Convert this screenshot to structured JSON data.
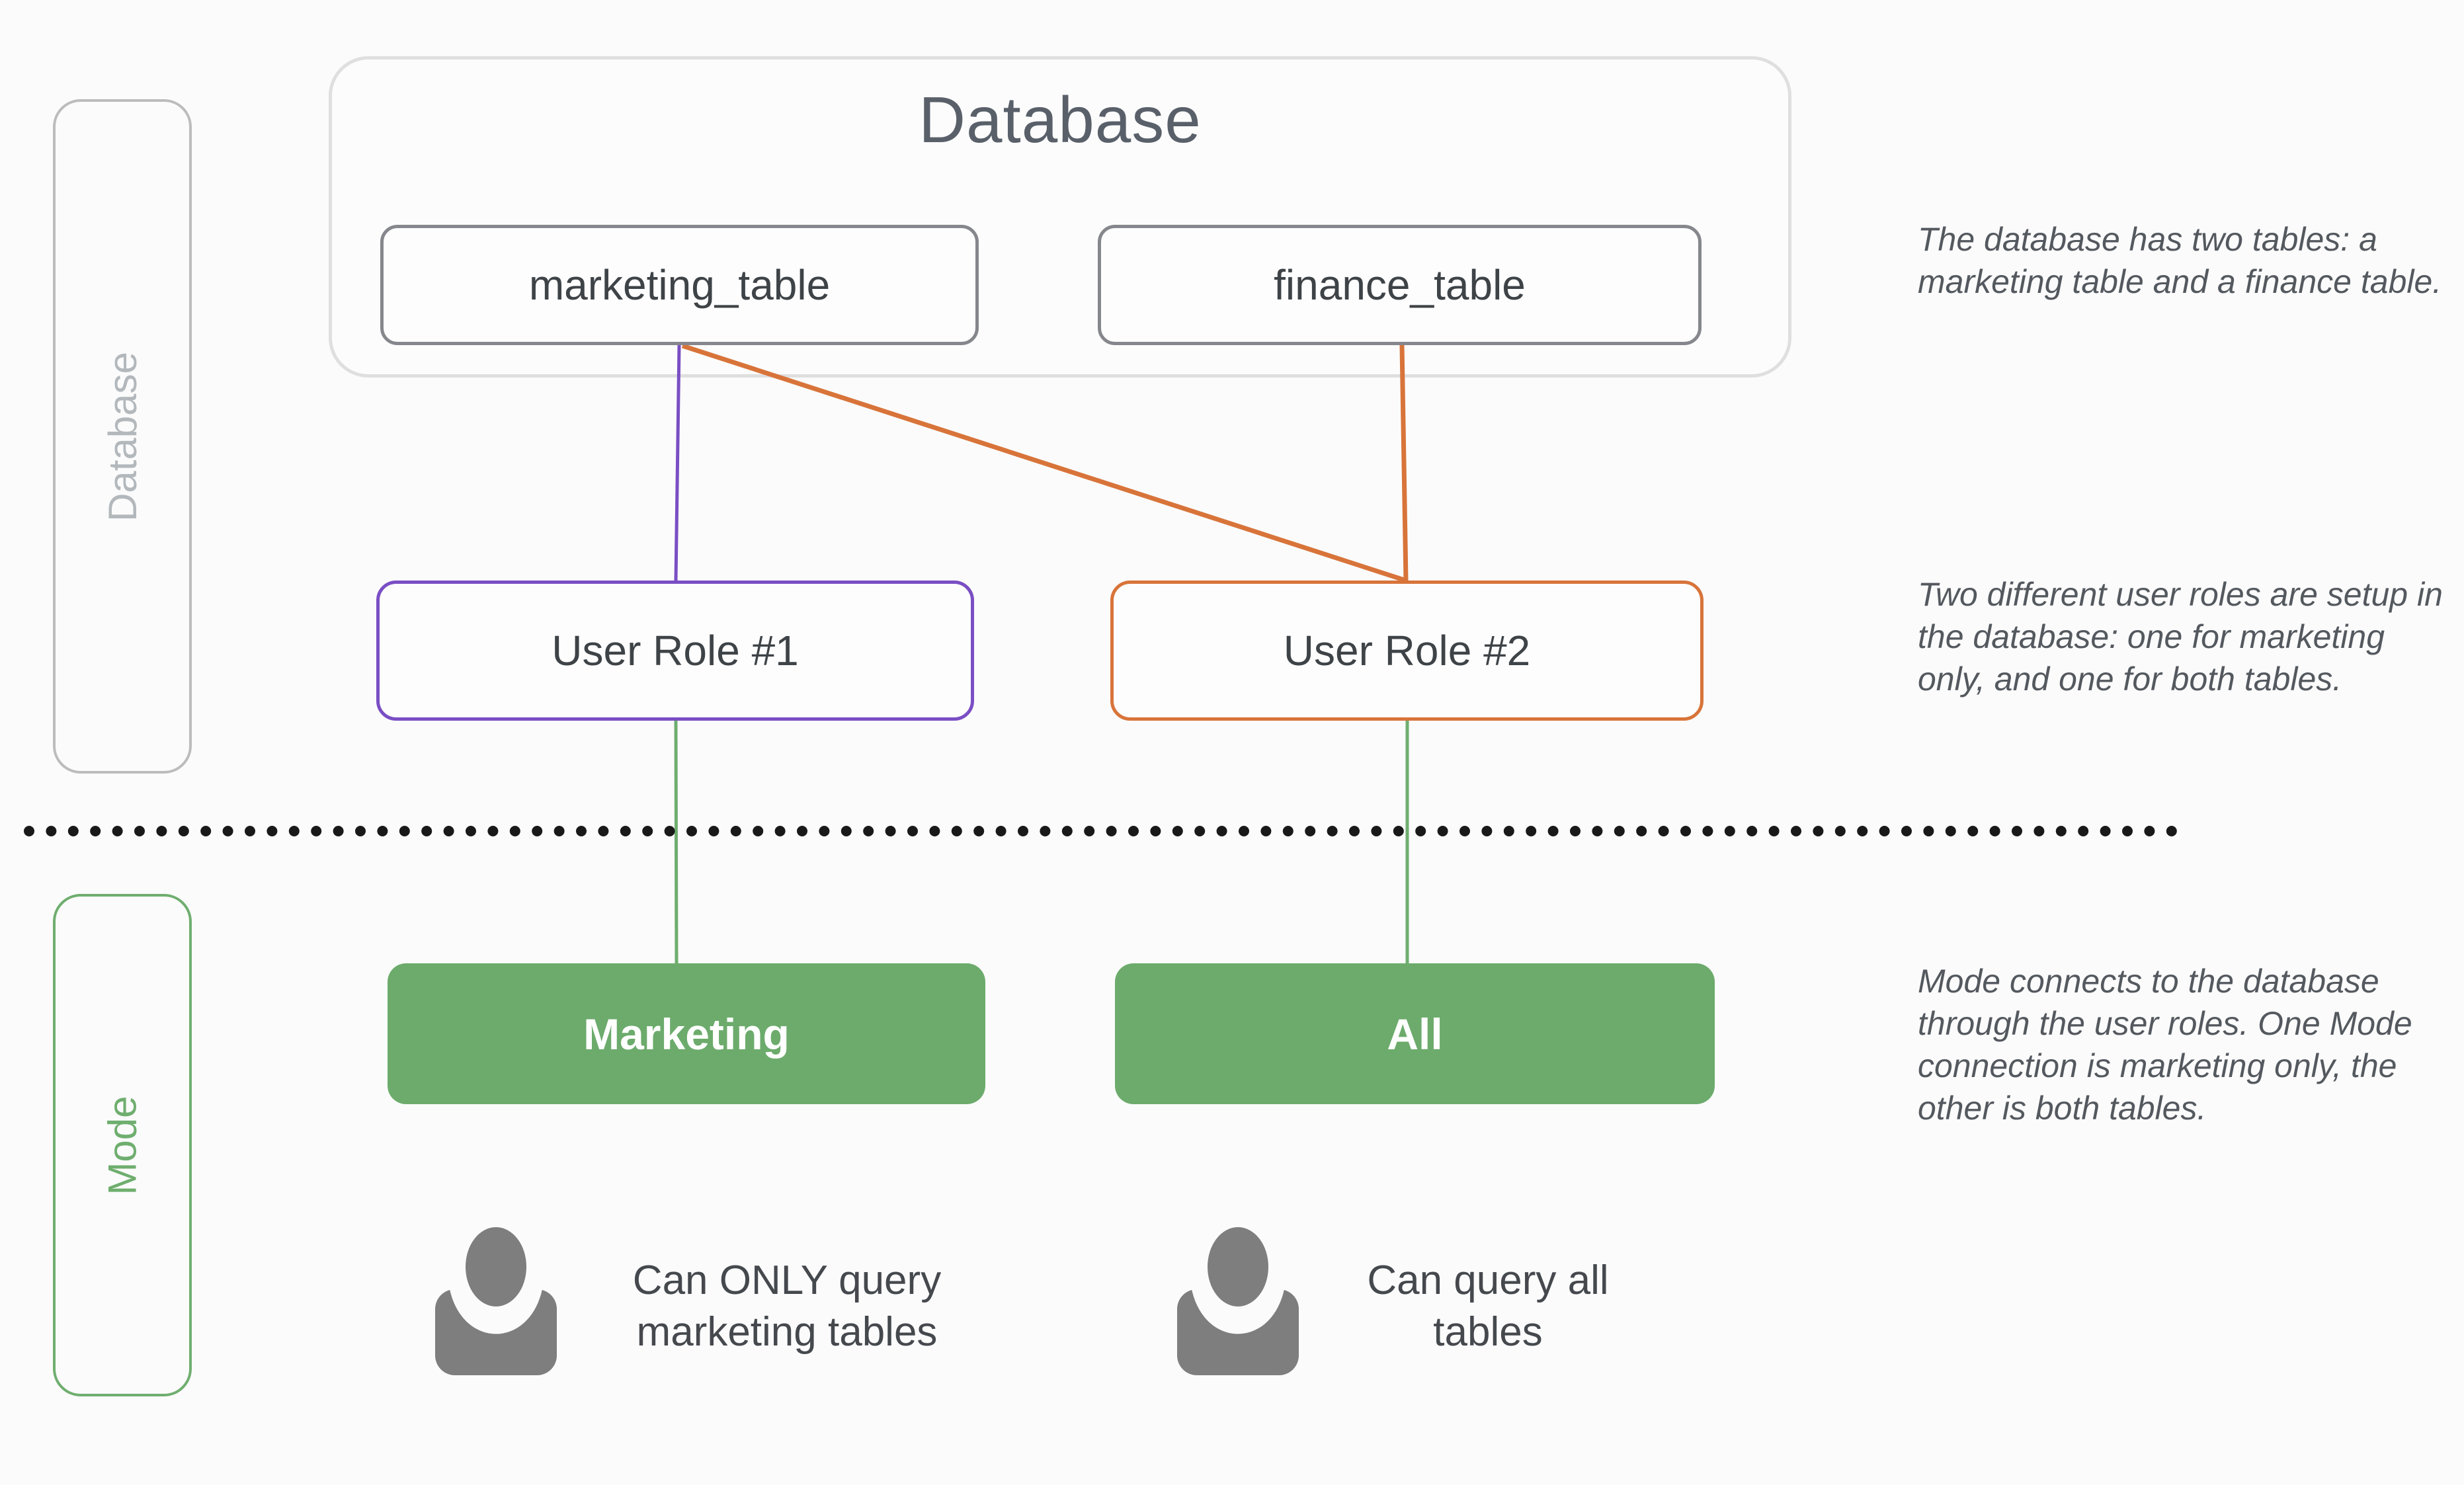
{
  "colors": {
    "page-bg": "#fbfbfb",
    "container-bg": "#fcfcfc",
    "container-border": "#dfdfdf",
    "box-border-gray": "#85878c",
    "box-text": "#3e4347",
    "title-gray": "#59606a",
    "sidebar-gray-border": "#bcbcbc",
    "sidebar-gray-text": "#b3b8bc",
    "purple": "#7a4ec4",
    "orange": "#d8743a",
    "green": "#6fae6f",
    "green-fill": "#6cab6c",
    "icon-gray": "#7e7e7e",
    "caption-text": "#45494e",
    "annotation-text": "#54595f",
    "dot-black": "#191919"
  },
  "icons": {
    "user": "user-silhouette"
  },
  "database_layer": {
    "sidebar_label": "Database",
    "container_title": "Database",
    "tables": [
      {
        "label": "marketing_table"
      },
      {
        "label": "finance_table"
      }
    ],
    "roles": [
      {
        "label": "User Role #1",
        "accent": "purple"
      },
      {
        "label": "User Role #2",
        "accent": "orange"
      }
    ]
  },
  "mode_layer": {
    "sidebar_label": "Mode",
    "connections": [
      {
        "label": "Marketing"
      },
      {
        "label": "All"
      }
    ],
    "permissions": [
      {
        "caption": "Can ONLY query marketing tables"
      },
      {
        "caption": "Can query all tables"
      }
    ]
  },
  "annotations": [
    {
      "text": "The database has two tables: a marketing table and a finance table."
    },
    {
      "text": "Two different user roles are setup in the database: one for marketing only, and one for both tables."
    },
    {
      "text": "Mode connects to the database through the user roles. One Mode connection is marketing only, the other is both tables."
    }
  ]
}
